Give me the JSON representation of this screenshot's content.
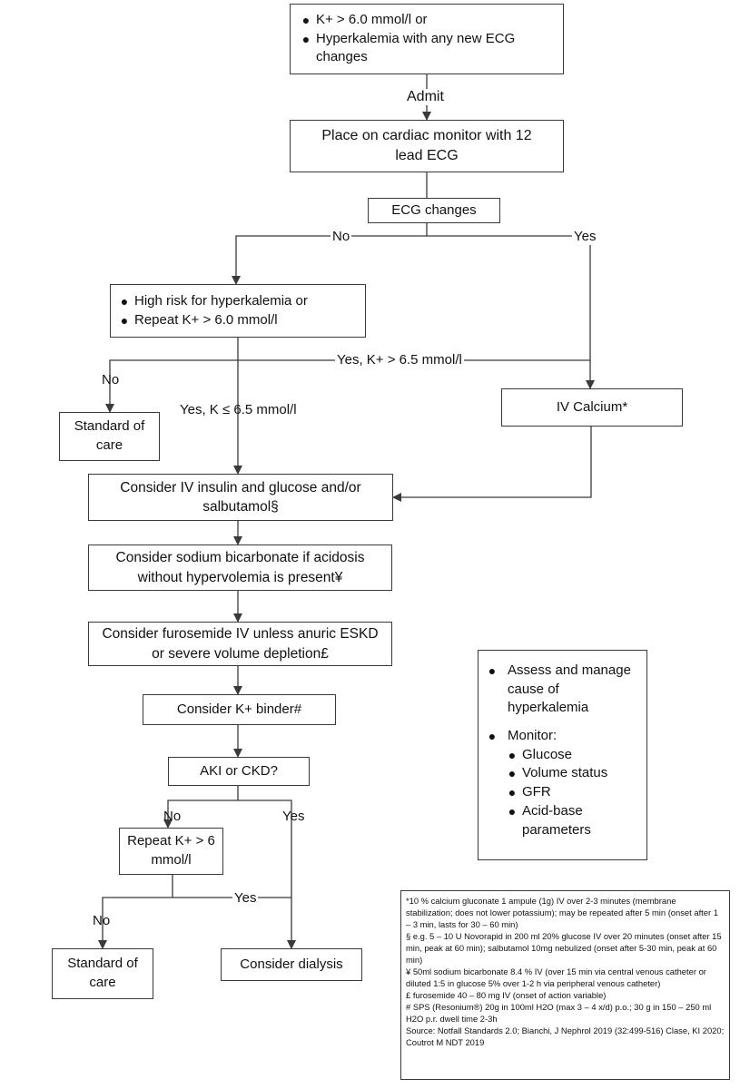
{
  "entry": {
    "criteria": [
      "K+ > 6.0 mmol/l or",
      "Hyperkalemia with any new ECG changes"
    ]
  },
  "admit_label": "Admit",
  "monitor_box": "Place on cardiac monitor with 12 lead ECG",
  "ecg_box": "ECG changes",
  "ecg_no": "No",
  "ecg_yes": "Yes",
  "risk_box": {
    "items": [
      "High risk for hyperkalemia or",
      "Repeat K+ > 6.0 mmol/l"
    ]
  },
  "risk_no": "No",
  "risk_yes_high": "Yes, K+ > 6.5 mmol/l",
  "risk_yes_low": "Yes, K ≤ 6.5 mmol/l",
  "standard_care_1": "Standard of care",
  "iv_calcium": "IV Calcium*",
  "insulin_box": "Consider IV insulin and glucose and/or salbutamol§",
  "bicarb_box": "Consider sodium bicarbonate if acidosis without hypervolemia is present¥",
  "furosemide_box": "Consider furosemide IV unless anuric ESKD or severe volume depletion£",
  "binder_box": "Consider K+ binder#",
  "aki_box": "AKI or CKD?",
  "aki_no": "No",
  "aki_yes": "Yes",
  "repeat_box": "Repeat K+ > 6 mmol/l",
  "repeat_no": "No",
  "repeat_yes": "Yes",
  "standard_care_2": "Standard of care",
  "dialysis_box": "Consider dialysis",
  "side_box": {
    "assess": "Assess and manage cause of hyperkalemia",
    "monitor": "Monitor:",
    "monitor_items": [
      "Glucose",
      "Volume status",
      "GFR",
      "Acid-base parameters"
    ]
  },
  "footnotes": [
    "*10 % calcium gluconate 1 ampule (1g) IV over 2-3 minutes (membrane stabilization; does not lower potassium); may be repeated after 5 min (onset after 1 – 3 min, lasts for 30 – 60 min)",
    "§ e.g. 5 – 10 U Novorapid in 200 ml 20% glucose IV over 20 minutes (onset after 15 min, peak at 60 min); salbutamol 10mg nebulized (onset after 5-30 min, peak at 60 min)",
    "¥ 50ml sodium bicarbonate 8.4 % IV (over 15 min via central venous catheter or diluted 1:5 in glucose 5% over 1-2 h via peripheral venous catheter)",
    "£ furosemide 40 – 80 mg IV (onset of action variable)",
    "# SPS (Resonium®) 20g in 100ml H2O (max 3 – 4 x/d) p.o.; 30 g in 150 – 250 ml H2O p.r. dwell time 2-3h",
    "Source: Notfall Standards 2.0; Bianchi, J Nephrol 2019 (32:499-516) Clase, KI 2020; Coutrot M NDT 2019"
  ],
  "colors": {
    "line": "#3a3a3a",
    "text": "#111111",
    "background": "#ffffff"
  }
}
